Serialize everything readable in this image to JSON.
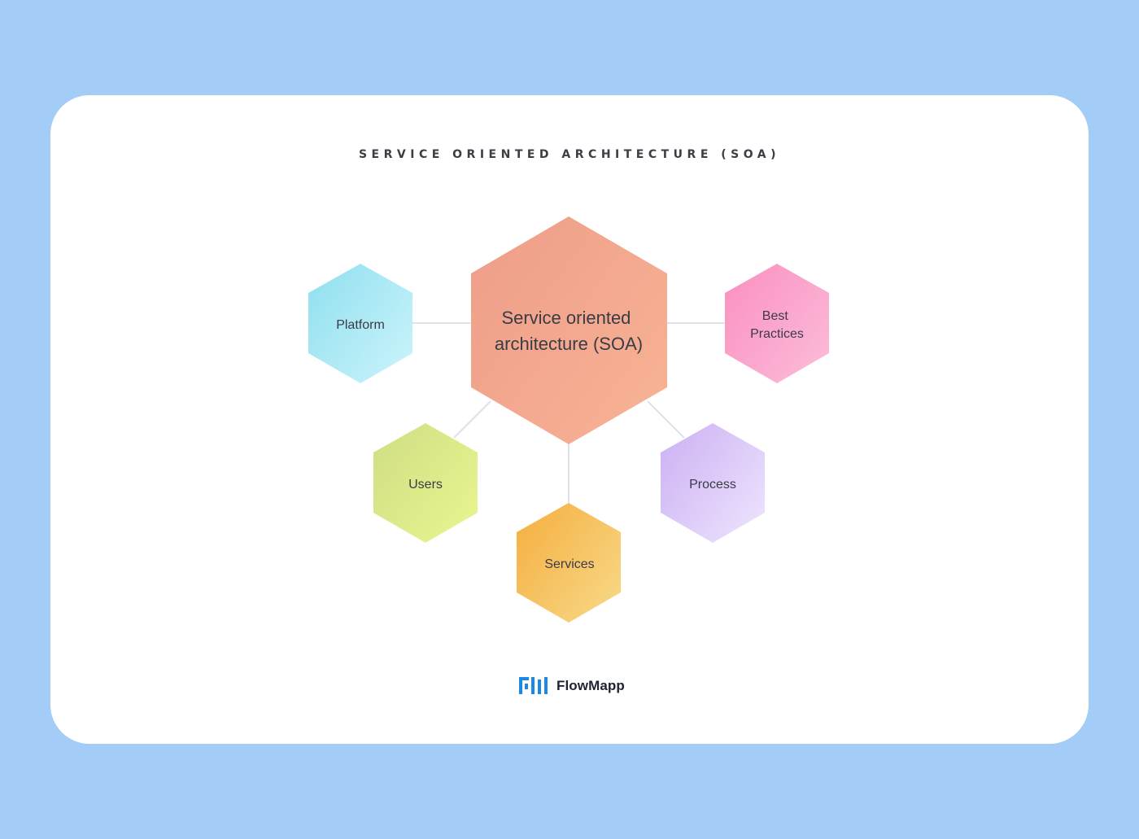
{
  "title": "SERVICE ORIENTED ARCHITECTURE (SOA)",
  "center": {
    "lines": [
      "Service oriented",
      "architecture (SOA)"
    ],
    "colors": [
      "#ee9d88",
      "#f7b295"
    ]
  },
  "nodes": [
    {
      "id": "platform",
      "lines": [
        "Platform"
      ],
      "colors": [
        "#8fdfee",
        "#c8f3fb"
      ]
    },
    {
      "id": "best-practices",
      "lines": [
        "Best",
        "Practices"
      ],
      "colors": [
        "#fb8fbf",
        "#fbbad8"
      ]
    },
    {
      "id": "users",
      "lines": [
        "Users"
      ],
      "colors": [
        "#cfde84",
        "#e8f48f"
      ]
    },
    {
      "id": "process",
      "lines": [
        "Process"
      ],
      "colors": [
        "#cbb0f3",
        "#ece2fd"
      ]
    },
    {
      "id": "services",
      "lines": [
        "Services"
      ],
      "colors": [
        "#f6ae3e",
        "#f7d785"
      ]
    }
  ],
  "brand": {
    "name": "FlowMapp",
    "logo_color": "#1e88e5"
  }
}
